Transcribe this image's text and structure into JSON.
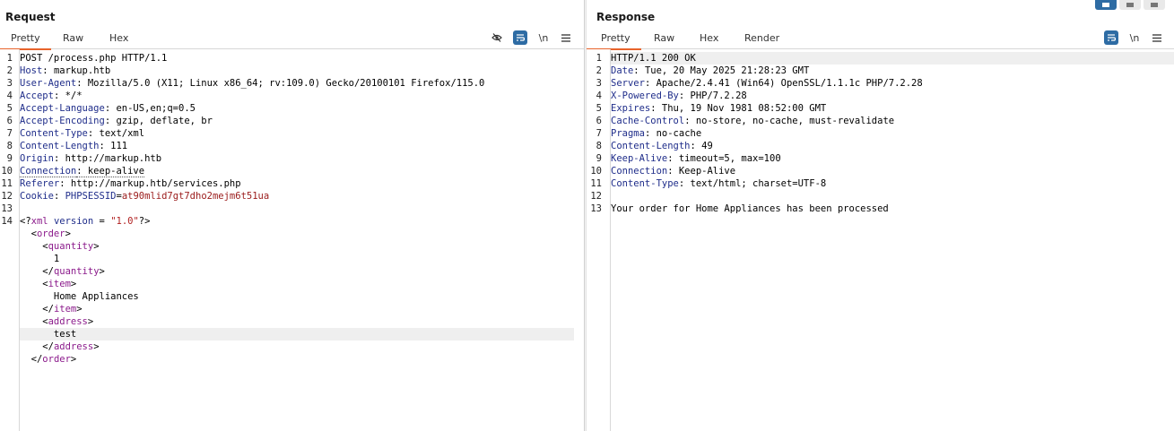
{
  "request": {
    "title": "Request",
    "tabs": [
      {
        "label": "Pretty"
      },
      {
        "label": "Raw"
      },
      {
        "label": "Hex"
      }
    ],
    "toolbar": {
      "newline_label": "\\n"
    },
    "lines": [
      {
        "n": "1",
        "parts": [
          {
            "t": "POST /process.php HTTP/1.1"
          }
        ]
      },
      {
        "n": "2",
        "parts": [
          {
            "t": "Host",
            "c": "hname"
          },
          {
            "t": ": markup.htb"
          }
        ]
      },
      {
        "n": "3",
        "parts": [
          {
            "t": "User-Agent",
            "c": "hname"
          },
          {
            "t": ": Mozilla/5.0 (X11; Linux x86_64; rv:109.0) Gecko/20100101 Firefox/115.0"
          }
        ]
      },
      {
        "n": "4",
        "parts": [
          {
            "t": "Accept",
            "c": "hname"
          },
          {
            "t": ": */*"
          }
        ]
      },
      {
        "n": "5",
        "parts": [
          {
            "t": "Accept-Language",
            "c": "hname"
          },
          {
            "t": ": en-US,en;q=0.5"
          }
        ]
      },
      {
        "n": "6",
        "parts": [
          {
            "t": "Accept-Encoding",
            "c": "hname"
          },
          {
            "t": ": gzip, deflate, br"
          }
        ]
      },
      {
        "n": "7",
        "parts": [
          {
            "t": "Content-Type",
            "c": "hname"
          },
          {
            "t": ": text/xml"
          }
        ]
      },
      {
        "n": "8",
        "parts": [
          {
            "t": "Content-Length",
            "c": "hname"
          },
          {
            "t": ": 111"
          }
        ]
      },
      {
        "n": "9",
        "parts": [
          {
            "t": "Origin",
            "c": "hname"
          },
          {
            "t": ": http://markup.htb"
          }
        ]
      },
      {
        "n": "10",
        "parts": [
          {
            "t": "Connection",
            "c": "hname dotted"
          },
          {
            "t": ": keep-alive",
            "c": "dotted"
          }
        ]
      },
      {
        "n": "11",
        "parts": [
          {
            "t": "Referer",
            "c": "hname"
          },
          {
            "t": ": http://markup.htb/services.php"
          }
        ]
      },
      {
        "n": "12",
        "parts": [
          {
            "t": "Cookie",
            "c": "hname"
          },
          {
            "t": ": "
          },
          {
            "t": "PHPSESSID",
            "c": "hname"
          },
          {
            "t": "="
          },
          {
            "t": "at90mlid7gt7dho2mejm6t51ua",
            "c": "cookieval"
          }
        ]
      },
      {
        "n": "13",
        "parts": [
          {
            "t": ""
          }
        ]
      },
      {
        "n": "14",
        "parts": [
          {
            "t": "<?"
          },
          {
            "t": "xml",
            "c": "tagname"
          },
          {
            "t": " "
          },
          {
            "t": "version",
            "c": "attr"
          },
          {
            "t": " = "
          },
          {
            "t": "\"1.0\"",
            "c": "str"
          },
          {
            "t": "?>"
          }
        ]
      },
      {
        "n": "",
        "parts": [
          {
            "t": "  <"
          },
          {
            "t": "order",
            "c": "tagname"
          },
          {
            "t": ">"
          }
        ]
      },
      {
        "n": "",
        "parts": [
          {
            "t": "    <"
          },
          {
            "t": "quantity",
            "c": "tagname"
          },
          {
            "t": ">"
          }
        ]
      },
      {
        "n": "",
        "parts": [
          {
            "t": "      1"
          }
        ]
      },
      {
        "n": "",
        "parts": [
          {
            "t": "    </"
          },
          {
            "t": "quantity",
            "c": "tagname"
          },
          {
            "t": ">"
          }
        ]
      },
      {
        "n": "",
        "parts": [
          {
            "t": "    <"
          },
          {
            "t": "item",
            "c": "tagname"
          },
          {
            "t": ">"
          }
        ]
      },
      {
        "n": "",
        "parts": [
          {
            "t": "      Home Appliances"
          }
        ]
      },
      {
        "n": "",
        "parts": [
          {
            "t": "    </"
          },
          {
            "t": "item",
            "c": "tagname"
          },
          {
            "t": ">"
          }
        ]
      },
      {
        "n": "",
        "parts": [
          {
            "t": "    <"
          },
          {
            "t": "address",
            "c": "tagname"
          },
          {
            "t": ">"
          }
        ]
      },
      {
        "n": "",
        "hl": true,
        "parts": [
          {
            "t": "      test"
          }
        ]
      },
      {
        "n": "",
        "parts": [
          {
            "t": "    </"
          },
          {
            "t": "address",
            "c": "tagname"
          },
          {
            "t": ">"
          }
        ]
      },
      {
        "n": "",
        "parts": [
          {
            "t": "  </"
          },
          {
            "t": "order",
            "c": "tagname"
          },
          {
            "t": ">"
          }
        ]
      }
    ]
  },
  "response": {
    "title": "Response",
    "tabs": [
      {
        "label": "Pretty"
      },
      {
        "label": "Raw"
      },
      {
        "label": "Hex"
      },
      {
        "label": "Render"
      }
    ],
    "toolbar": {
      "newline_label": "\\n"
    },
    "lines": [
      {
        "n": "1",
        "hl": true,
        "parts": [
          {
            "t": "HTTP/1.1 200 OK"
          }
        ]
      },
      {
        "n": "2",
        "parts": [
          {
            "t": "Date",
            "c": "hname"
          },
          {
            "t": ": Tue, 20 May 2025 21:28:23 GMT"
          }
        ]
      },
      {
        "n": "3",
        "parts": [
          {
            "t": "Server",
            "c": "hname"
          },
          {
            "t": ": Apache/2.4.41 (Win64) OpenSSL/1.1.1c PHP/7.2.28"
          }
        ]
      },
      {
        "n": "4",
        "parts": [
          {
            "t": "X-Powered-By",
            "c": "hname"
          },
          {
            "t": ": PHP/7.2.28"
          }
        ]
      },
      {
        "n": "5",
        "parts": [
          {
            "t": "Expires",
            "c": "hname"
          },
          {
            "t": ": Thu, 19 Nov 1981 08:52:00 GMT"
          }
        ]
      },
      {
        "n": "6",
        "parts": [
          {
            "t": "Cache-Control",
            "c": "hname"
          },
          {
            "t": ": no-store, no-cache, must-revalidate"
          }
        ]
      },
      {
        "n": "7",
        "parts": [
          {
            "t": "Pragma",
            "c": "hname"
          },
          {
            "t": ": no-cache"
          }
        ]
      },
      {
        "n": "8",
        "parts": [
          {
            "t": "Content-Length",
            "c": "hname"
          },
          {
            "t": ": 49"
          }
        ]
      },
      {
        "n": "9",
        "parts": [
          {
            "t": "Keep-Alive",
            "c": "hname"
          },
          {
            "t": ": timeout=5, max=100"
          }
        ]
      },
      {
        "n": "10",
        "parts": [
          {
            "t": "Connection",
            "c": "hname"
          },
          {
            "t": ": Keep-Alive"
          }
        ]
      },
      {
        "n": "11",
        "parts": [
          {
            "t": "Content-Type",
            "c": "hname"
          },
          {
            "t": ": text/html; charset=UTF-8"
          }
        ]
      },
      {
        "n": "12",
        "parts": [
          {
            "t": ""
          }
        ]
      },
      {
        "n": "13",
        "parts": [
          {
            "t": "Your order for Home Appliances has been processed"
          }
        ]
      }
    ]
  },
  "icons": {
    "hide": "eye-off-icon",
    "wrap": "word-wrap-icon",
    "newline": "newline-icon",
    "menu": "hamburger-menu-icon",
    "layout_split": "split-view-icon",
    "layout_rows": "rows-view-icon",
    "layout_single": "single-view-icon"
  },
  "colors": {
    "accent": "#e8632b",
    "toggle_on": "#2e6ca4",
    "header_name": "#1f2d8a",
    "xml_tag": "#8b1a8b",
    "string": "#b02020"
  }
}
